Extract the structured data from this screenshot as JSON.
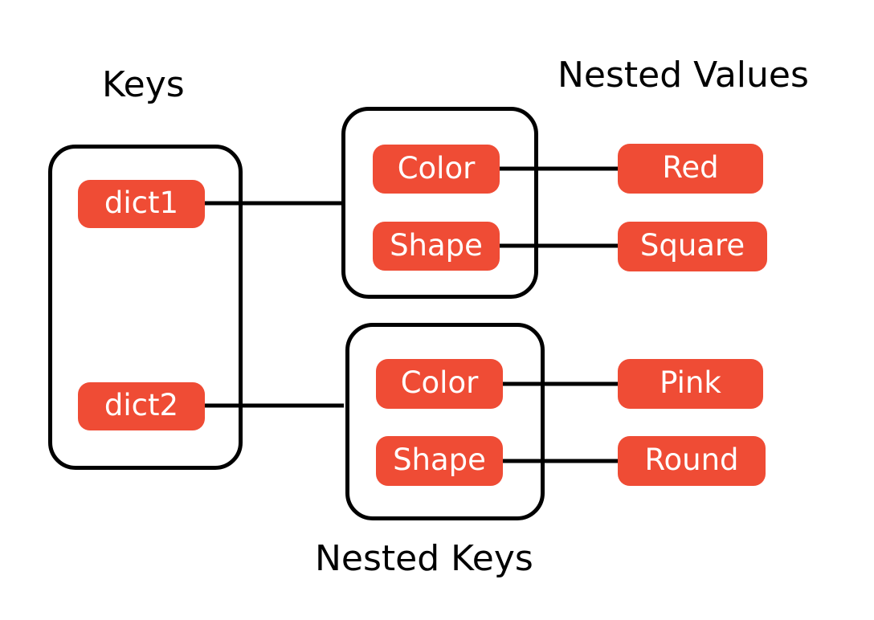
{
  "diagram": {
    "title_keys": "Keys",
    "title_nested_values": "Nested Values",
    "title_nested_keys": "Nested Keys",
    "accent_color": "#ef4c35",
    "line_color": "#000000",
    "text_color": "#ffffff",
    "background": "#ffffff"
  },
  "keys": [
    {
      "label": "dict1"
    },
    {
      "label": "dict2"
    }
  ],
  "nested": [
    {
      "parent": "dict1",
      "pairs": [
        {
          "key": "Color",
          "value": "Red"
        },
        {
          "key": "Shape",
          "value": "Square"
        }
      ]
    },
    {
      "parent": "dict2",
      "pairs": [
        {
          "key": "Color",
          "value": "Pink"
        },
        {
          "key": "Shape",
          "value": "Round"
        }
      ]
    }
  ]
}
